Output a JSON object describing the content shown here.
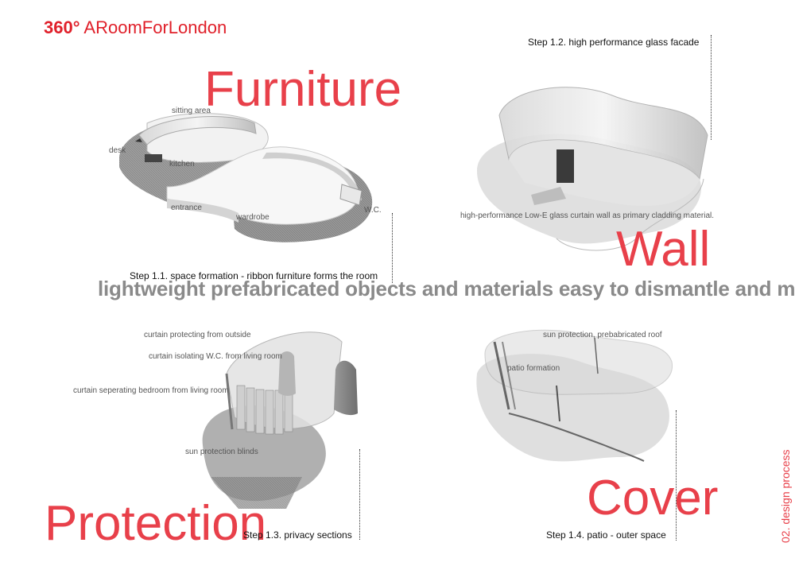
{
  "brand": {
    "number": "360°",
    "name": "ARoomForLondon"
  },
  "tagline": "lightweight prefabricated objects and materials easy to dismantle and move",
  "side_label": "02. design process",
  "steps": [
    {
      "title": "Furniture",
      "caption": "Step 1.1. space formation - ribbon furniture forms the room",
      "labels": [
        "sitting area",
        "desk",
        "kitchen",
        "entrance",
        "wardrobe",
        "W.C."
      ]
    },
    {
      "title": "Wall",
      "caption": "Step 1.2. high performance glass facade",
      "labels": [
        "high-performance Low-E glass curtain wall as primary cladding material."
      ]
    },
    {
      "title": "Protection",
      "caption": "Step 1.3. privacy sections",
      "labels": [
        "curtain protecting from outside",
        "curtain isolating W.C. from living room",
        "curtain seperating bedroom from living room",
        "sun protection blinds"
      ]
    },
    {
      "title": "Cover",
      "caption": "Step 1.4.  patio - outer space",
      "labels": [
        "sun protection, prebabricated roof",
        "patio formation"
      ]
    }
  ]
}
